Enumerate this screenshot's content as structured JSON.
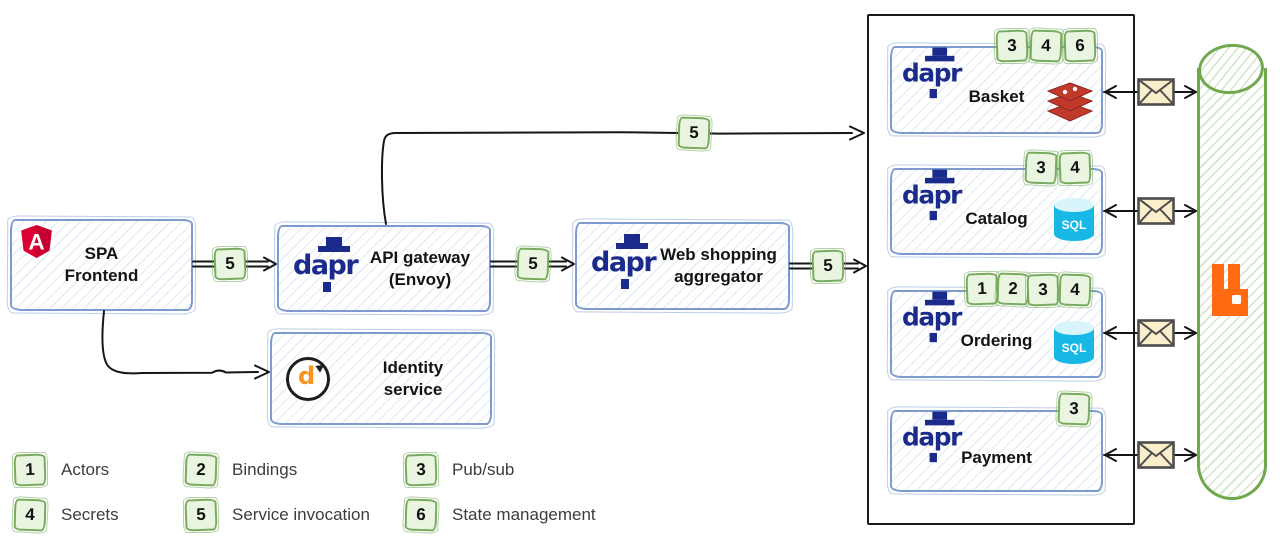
{
  "nodes": {
    "spa": {
      "line1": "SPA",
      "line2": "Frontend"
    },
    "gateway": {
      "line1": "API gateway",
      "line2": "(Envoy)"
    },
    "aggregator": {
      "line1": "Web shopping",
      "line2": "aggregator"
    },
    "identity": {
      "line1": "Identity",
      "line2": "service"
    },
    "basket": {
      "title": "Basket",
      "badges": [
        "3",
        "4",
        "6"
      ]
    },
    "catalog": {
      "title": "Catalog",
      "badges": [
        "3",
        "4"
      ]
    },
    "ordering": {
      "title": "Ordering",
      "badges": [
        "1",
        "2",
        "3",
        "4"
      ]
    },
    "payment": {
      "title": "Payment",
      "badges": [
        "3"
      ]
    }
  },
  "edges": {
    "spa_to_gateway": "5",
    "gateway_to_aggregator": "5",
    "aggregator_to_services": "5",
    "gateway_to_services": "5"
  },
  "legend": [
    {
      "num": "1",
      "label": "Actors"
    },
    {
      "num": "2",
      "label": "Bindings"
    },
    {
      "num": "3",
      "label": "Pub/sub"
    },
    {
      "num": "4",
      "label": "Secrets"
    },
    {
      "num": "5",
      "label": "Service invocation"
    },
    {
      "num": "6",
      "label": "State management"
    }
  ],
  "logos": {
    "dapr": "dapr",
    "sql": "SQL",
    "angular_letter": "A",
    "identityserver_letter": "d"
  },
  "colors": {
    "node_border_blue": "#7d9ccd",
    "badge_green_border": "#79ab5e",
    "badge_green_fill": "#e9f5e0",
    "dapr_navy": "#1b2b8b",
    "angular_red": "#dd0031",
    "identity_orange": "#f7941d",
    "redis_red": "#c0392b",
    "sql_cyan": "#17b8e6",
    "rabbitmq_orange": "#ff6a13",
    "envelope_fill": "#fbeecb",
    "bus_green": "#6fa84e",
    "line_black": "#161616"
  }
}
